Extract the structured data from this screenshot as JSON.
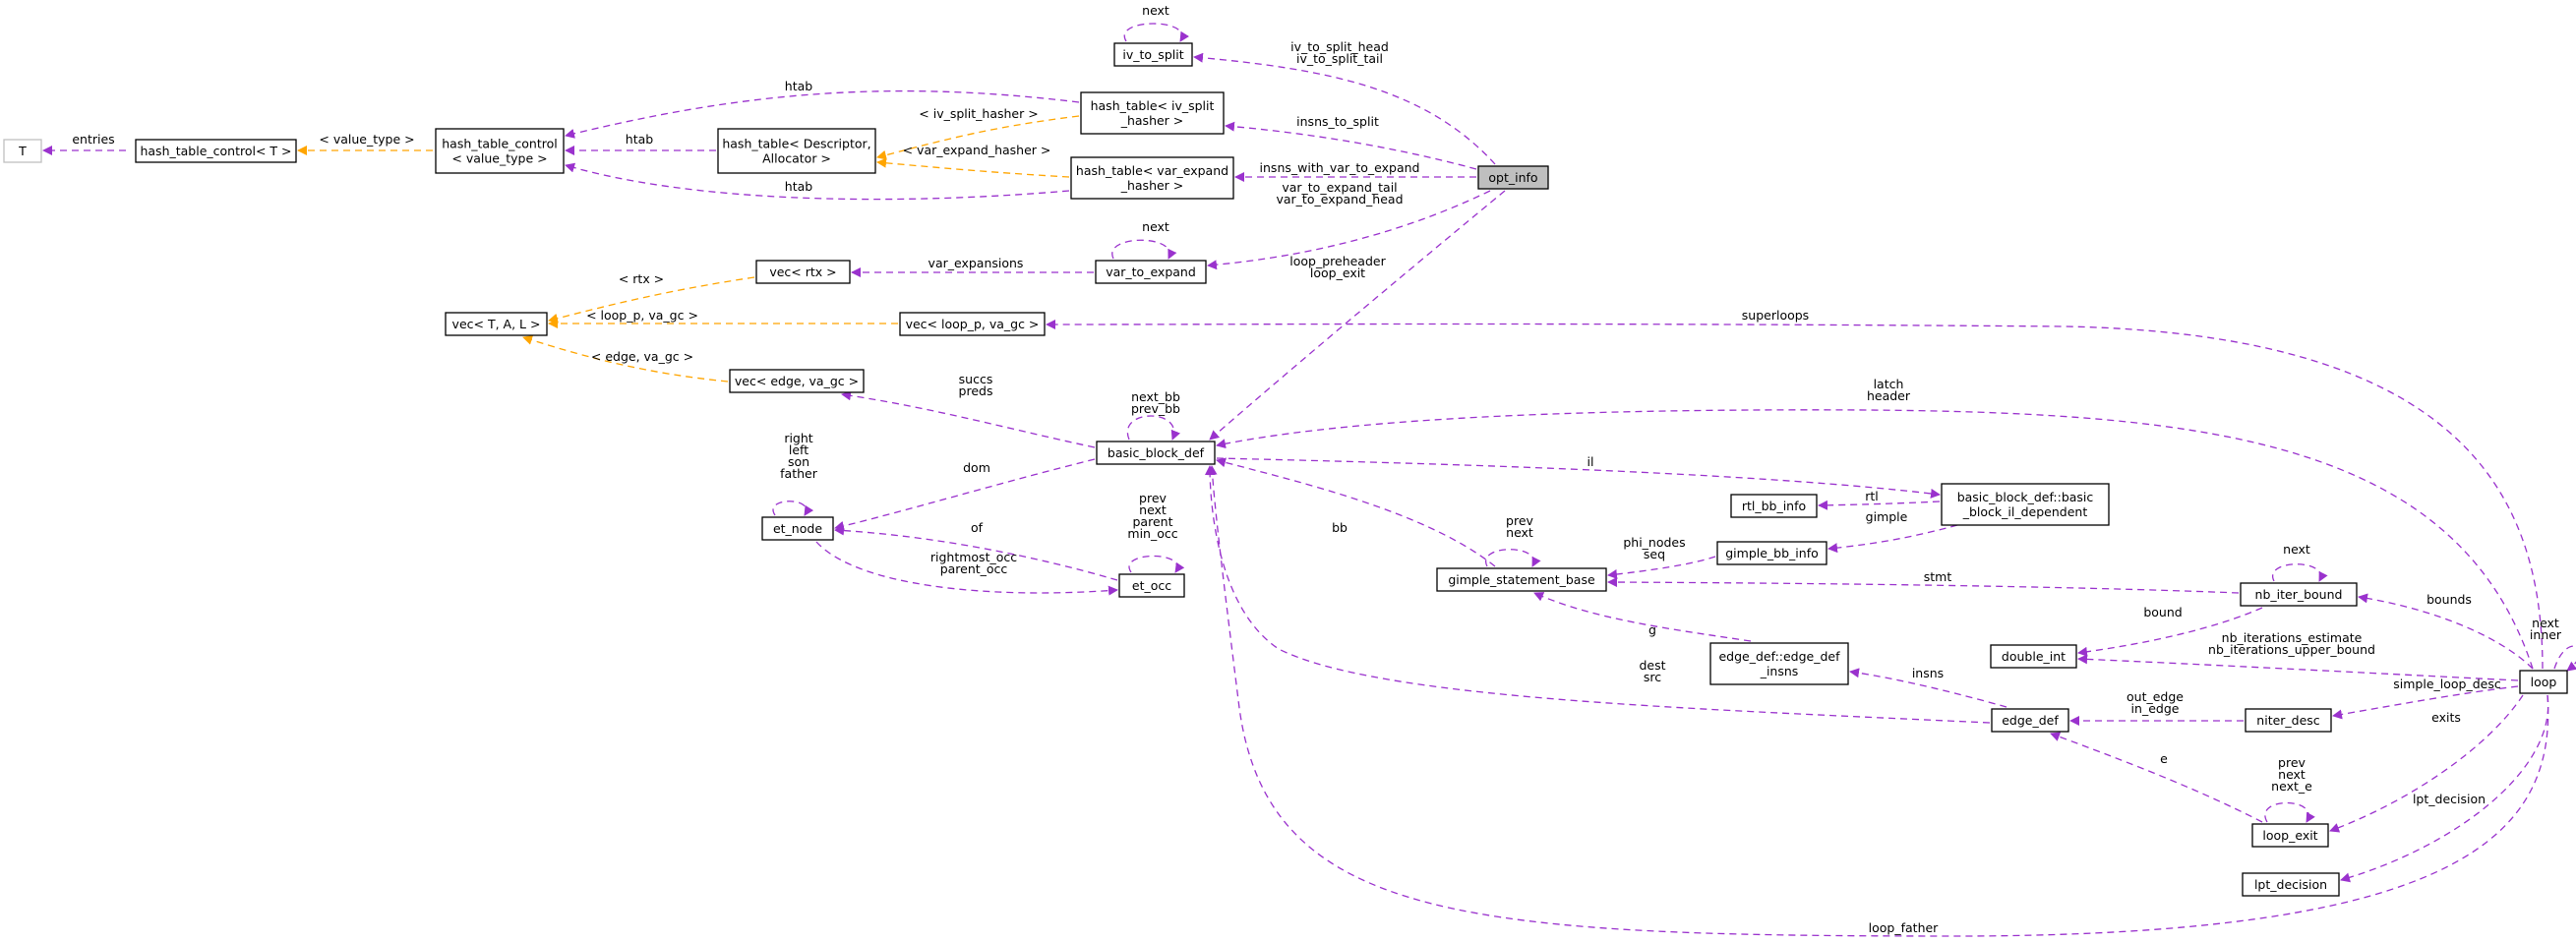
{
  "colors": {
    "member_edge": "#9a32cd",
    "template_edge": "#ffa500",
    "node_border": "#000000",
    "highlight_node": "#bfbfbf",
    "faded_border": "#bfbfbf"
  },
  "nodes": {
    "T": [
      "T"
    ],
    "hash_table_control_T": [
      "hash_table_control< T >"
    ],
    "hash_table_control_value_type": [
      "hash_table_control",
      "< value_type >"
    ],
    "hash_table_descriptor": [
      "hash_table< Descriptor,",
      "Allocator >"
    ],
    "hash_table_iv_split": [
      "hash_table< iv_split",
      "_hasher >"
    ],
    "hash_table_var_expand": [
      "hash_table< var_expand",
      "_hasher >"
    ],
    "iv_to_split": [
      "iv_to_split"
    ],
    "opt_info": [
      "opt_info"
    ],
    "var_to_expand": [
      "var_to_expand"
    ],
    "vec_rtx": [
      "vec< rtx >"
    ],
    "vec_T_A_L": [
      "vec< T, A, L >"
    ],
    "vec_loop_p": [
      "vec< loop_p, va_gc >"
    ],
    "vec_edge": [
      "vec< edge, va_gc >"
    ],
    "basic_block_def": [
      "basic_block_def"
    ],
    "et_node": [
      "et_node"
    ],
    "et_occ": [
      "et_occ"
    ],
    "gimple_statement_base": [
      "gimple_statement_base"
    ],
    "gimple_bb_info": [
      "gimple_bb_info"
    ],
    "rtl_bb_info": [
      "rtl_bb_info"
    ],
    "bb_il_dependent": [
      "basic_block_def::basic",
      "_block_il_dependent"
    ],
    "edge_def_insns": [
      "edge_def::edge_def",
      "_insns"
    ],
    "edge_def": [
      "edge_def"
    ],
    "nb_iter_bound": [
      "nb_iter_bound"
    ],
    "double_int": [
      "double_int"
    ],
    "niter_desc": [
      "niter_desc"
    ],
    "loop": [
      "loop"
    ],
    "loop_exit": [
      "loop_exit"
    ],
    "lpt_decision": [
      "lpt_decision"
    ]
  },
  "edges": {
    "entries": [
      "entries"
    ],
    "value_type": [
      "< value_type >"
    ],
    "htab_top": [
      "htab"
    ],
    "htab_mid": [
      "htab"
    ],
    "htab_bottom": [
      "htab"
    ],
    "iv_split_hasher": [
      "< iv_split_hasher >"
    ],
    "var_expand_hasher": [
      "< var_expand_hasher >"
    ],
    "iv_to_split_self": [
      "next"
    ],
    "iv_to_split_head_tail": [
      "iv_to_split_head",
      "iv_to_split_tail"
    ],
    "insns_to_split": [
      "insns_to_split"
    ],
    "insns_with_var_to_expand": [
      "insns_with_var_to_expand"
    ],
    "var_to_expand_tail_head": [
      "var_to_expand_tail",
      "var_to_expand_head"
    ],
    "var_to_expand_self": [
      "next"
    ],
    "loop_preheader_exit": [
      "loop_preheader",
      "loop_exit"
    ],
    "var_expansions": [
      "var_expansions"
    ],
    "rtx": [
      "< rtx >"
    ],
    "loop_p_va_gc": [
      "< loop_p, va_gc >"
    ],
    "edge_va_gc": [
      "< edge, va_gc >"
    ],
    "superloops": [
      "superloops"
    ],
    "succs_preds": [
      "succs",
      "preds"
    ],
    "bb_self": [
      "next_bb",
      "prev_bb"
    ],
    "latch_header": [
      "latch",
      "header"
    ],
    "il": [
      "il"
    ],
    "dom": [
      "dom"
    ],
    "et_node_self": [
      "right",
      "left",
      "son",
      "father"
    ],
    "of": [
      "of"
    ],
    "et_occ_self": [
      "prev",
      "next",
      "parent",
      "min_occ"
    ],
    "rightmost_parent_occ": [
      "rightmost_occ",
      "parent_occ"
    ],
    "bb": [
      "bb"
    ],
    "gimple_self": [
      "prev",
      "next"
    ],
    "rtl": [
      "rtl"
    ],
    "gimple": [
      "gimple"
    ],
    "phi_nodes_seq": [
      "phi_nodes",
      "seq"
    ],
    "stmt": [
      "stmt"
    ],
    "nb_iter_self": [
      "next"
    ],
    "bounds": [
      "bounds"
    ],
    "bound": [
      "bound"
    ],
    "nb_iterations": [
      "nb_iterations_estimate",
      "nb_iterations_upper_bound"
    ],
    "g": [
      "g"
    ],
    "dest_src": [
      "dest",
      "src"
    ],
    "insns": [
      "insns"
    ],
    "out_in_edge": [
      "out_edge",
      "in_edge"
    ],
    "simple_loop_desc": [
      "simple_loop_desc"
    ],
    "loop_self": [
      "next",
      "inner"
    ],
    "exits": [
      "exits"
    ],
    "e": [
      "e"
    ],
    "loop_exit_self": [
      "prev",
      "next",
      "next_e"
    ],
    "lpt_decision": [
      "lpt_decision"
    ],
    "loop_father": [
      "loop_father"
    ]
  }
}
